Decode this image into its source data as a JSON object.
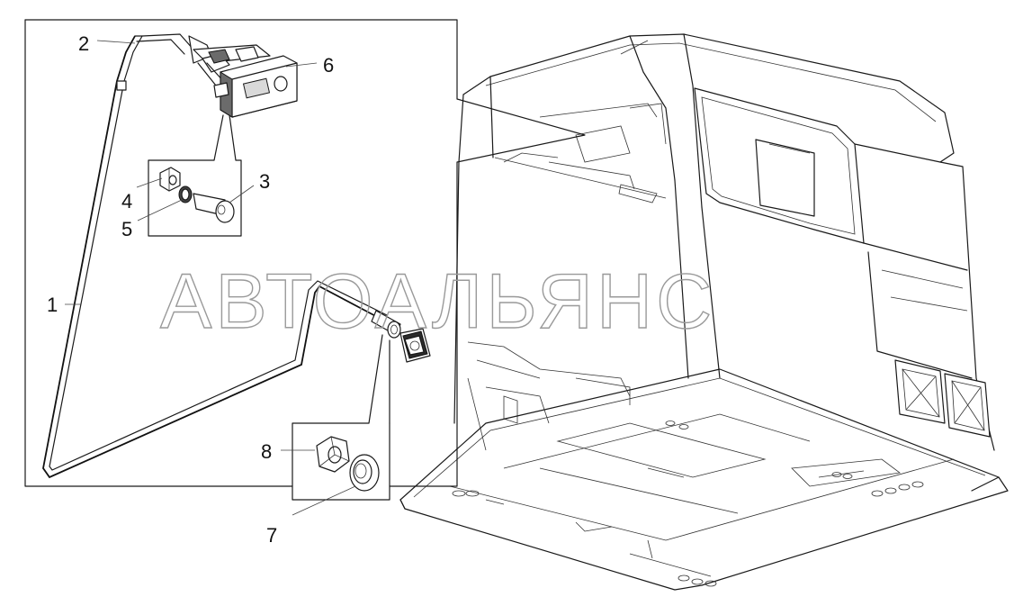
{
  "callouts": {
    "c1": "1",
    "c2": "2",
    "c3": "3",
    "c4": "4",
    "c5": "5",
    "c6": "6",
    "c7": "7",
    "c8": "8"
  },
  "watermark": "АВТОАЛЬЯНС"
}
